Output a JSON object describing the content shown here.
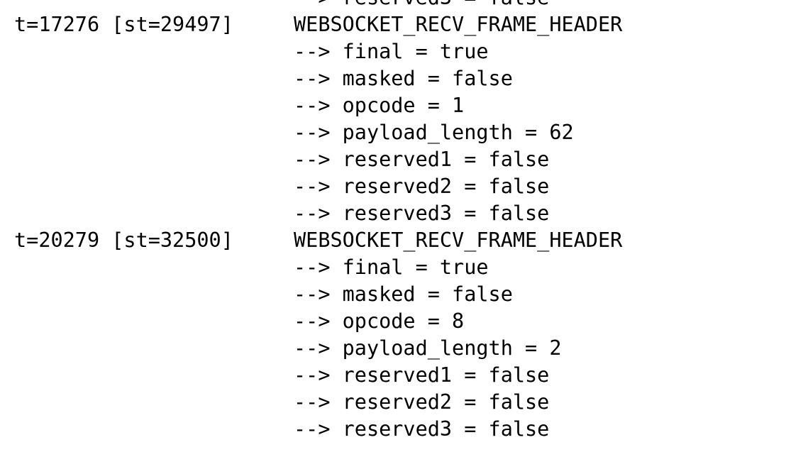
{
  "log": {
    "lines": [
      {
        "time": "",
        "event": "--> reserved3 = false"
      },
      {
        "time": "t=17276 [st=29497]",
        "event": "WEBSOCKET_RECV_FRAME_HEADER"
      },
      {
        "time": "",
        "event": "--> final = true"
      },
      {
        "time": "",
        "event": "--> masked = false"
      },
      {
        "time": "",
        "event": "--> opcode = 1"
      },
      {
        "time": "",
        "event": "--> payload_length = 62"
      },
      {
        "time": "",
        "event": "--> reserved1 = false"
      },
      {
        "time": "",
        "event": "--> reserved2 = false"
      },
      {
        "time": "",
        "event": "--> reserved3 = false"
      },
      {
        "time": "t=20279 [st=32500]",
        "event": "WEBSOCKET_RECV_FRAME_HEADER"
      },
      {
        "time": "",
        "event": "--> final = true"
      },
      {
        "time": "",
        "event": "--> masked = false"
      },
      {
        "time": "",
        "event": "--> opcode = 8"
      },
      {
        "time": "",
        "event": "--> payload_length = 2"
      },
      {
        "time": "",
        "event": "--> reserved1 = false"
      },
      {
        "time": "",
        "event": "--> reserved2 = false"
      },
      {
        "time": "",
        "event": "--> reserved3 = false"
      }
    ]
  }
}
